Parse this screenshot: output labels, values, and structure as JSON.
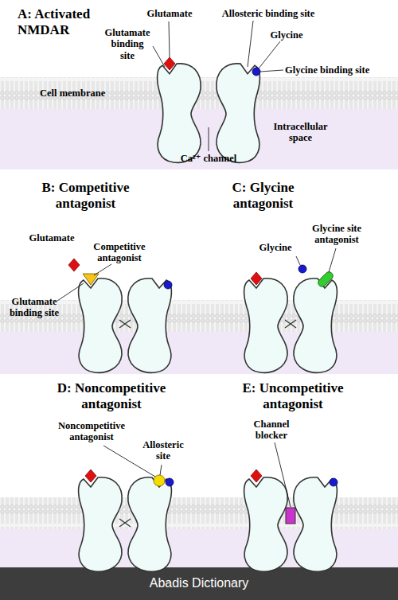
{
  "diagram": {
    "labels": [
      "A: Activated NMDAR",
      "Glutamate",
      "Glutamate binding site",
      "Allosteric binding site",
      "Glycine",
      "Glycine binding site",
      "Cell membrane",
      "Intracellular space",
      "Ca²⁺ channel",
      "B: Competitive antagonist",
      "Glutamate",
      "Competitive antagonist",
      "Glutamate binding site",
      "C: Glycine antagonist",
      "Glycine",
      "Glycine site antagonist",
      "D: Noncompetitive antagonist",
      "Noncompetitive antagonist",
      "Allosteric site",
      "E: Uncompetitive antagonist",
      "Channel blocker",
      "Abadis Dictionary"
    ]
  }
}
